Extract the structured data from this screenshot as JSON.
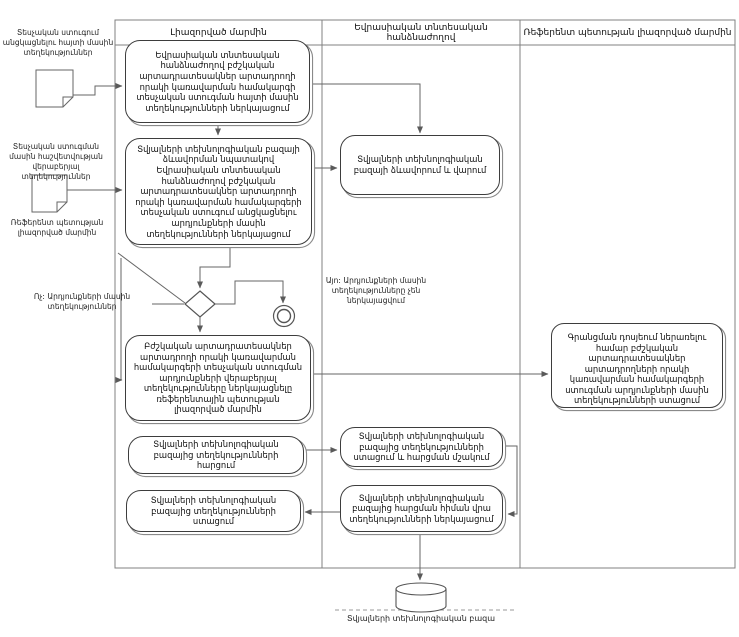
{
  "diagram": {
    "lanes": [
      {
        "label": "Լիազորված մարմին"
      },
      {
        "label": "Եվրասիական տնտեսական հանձնաժողով"
      },
      {
        "label": "Ռեֆերենտ պետության լիազորված մարմին"
      }
    ],
    "side_labels": {
      "doc1": "Տեսչական ստուգում անցկացնելու հայտի մասին տեղեկություններ",
      "doc2": "Տեսչական ստուգման մասին հաշվետվության վերաբերյալ տեղեկություններ",
      "referent": "Ռեֆերենտ պետության լիազորված մարմին",
      "no_branch": "Ոչ: Արդյունքների մասին տեղեկություններ",
      "yes_branch": "Այո: Արդյունքների մասին տեղեկությունները չեն ներկայացվում"
    },
    "activities": {
      "a1": "Եվրասիական տնտեսական հանձնաժողով բժշկական արտադրատեսակներ արտադրողի որակի կառավարման համակարգի տեսչական ստուգման հայտի մասին տեղեկությունների ներկայացում",
      "a2": "Տվյալների տեխնոլոգիական բազայի ձևավորման նպատակով Եվրասիական տնտեսական հանձնաժողով բժշկական արտադրատեսակներ արտադրողի որակի կառավարման համակարգերի տեսչական ստուգում անցկացնելու արդյունքների մասին տեղեկությունների ներկայացում",
      "a3": "Բժշկական արտադրատեսակներ արտադրողի որակի կառավարման համակարգերի տեսչական ստուգման արդյունքների վերաբերյալ տեղեկությունները ներկայացնելը ռեֆերենտային պետության լիազորված մարմին",
      "a4": "Տվյալների տեխնոլոգիական բազայից տեղեկությունների հարցում",
      "a5": "Տվյալների տեխնոլոգիական բազայից տեղեկությունների ստացում",
      "b1": "Տվյալների տեխնոլոգիական բազայի ձևավորում և վարում",
      "b2": "Տվյալների տեխնոլոգիական բազայից տեղեկությունների ստացում և հարցման մշակում",
      "b3": "Տվյալների տեխնոլոգիական բազայից հարցման հիման վրա տեղեկությունների ներկայացում",
      "c1": "Գրանցման դոսյեում ներառելու համար բժշկական արտադրատեսակներ արտադրողների որակի կառավարման համակարգերի ստուգման արդյունքների մասին տեղեկությունների ստացում"
    },
    "database_label": "Տվյալների տեխնոլոգիական բազա",
    "colors": {
      "line": "#666666",
      "border": "#3d3d3d",
      "frame": "#808080",
      "bg": "#ffffff"
    }
  }
}
